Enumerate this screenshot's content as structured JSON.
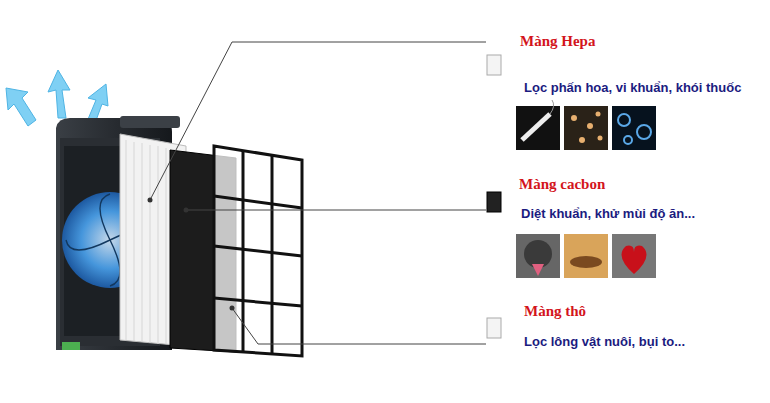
{
  "diagram": {
    "labels": [
      "Màng Hepa",
      "Lọc phấn hoa, vi khuẩn, khói thuốc",
      "Màng cacbon",
      "Diệt khuẩn, khử mùi độ ăn...",
      "Màng thô",
      "Lọc lông vật nuôi, bụi to..."
    ]
  }
}
